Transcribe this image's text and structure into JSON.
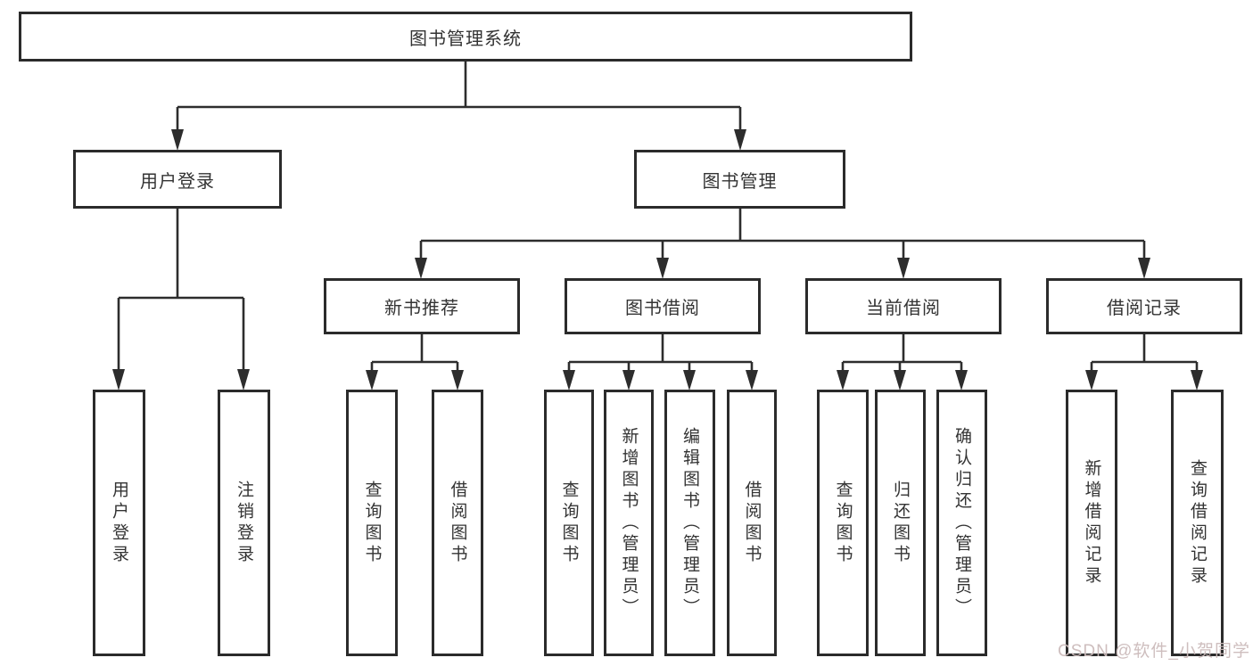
{
  "diagram": {
    "title_node": "图书管理系统",
    "user_login": {
      "label": "用户登录",
      "leaves": [
        "用户登录",
        "注销登录"
      ]
    },
    "book_mgmt": {
      "label": "图书管理"
    },
    "groups": [
      {
        "label": "新书推荐",
        "leaves": [
          "查询图书",
          "借阅图书"
        ]
      },
      {
        "label": "图书借阅",
        "leaves": [
          "查询图书",
          "新增图书（管理员）",
          "编辑图书（管理员）",
          "借阅图书"
        ]
      },
      {
        "label": "当前借阅",
        "leaves": [
          "查询图书",
          "归还图书",
          "确认归还（管理员）"
        ]
      },
      {
        "label": "借阅记录",
        "leaves": [
          "新增借阅记录",
          "查询借阅记录"
        ]
      }
    ]
  },
  "watermark": "CSDN @软件_小贺同学",
  "colors": {
    "line": "#2d2d2d",
    "text": "#333333",
    "background": "#ffffff",
    "watermark": "#cbbaba"
  }
}
